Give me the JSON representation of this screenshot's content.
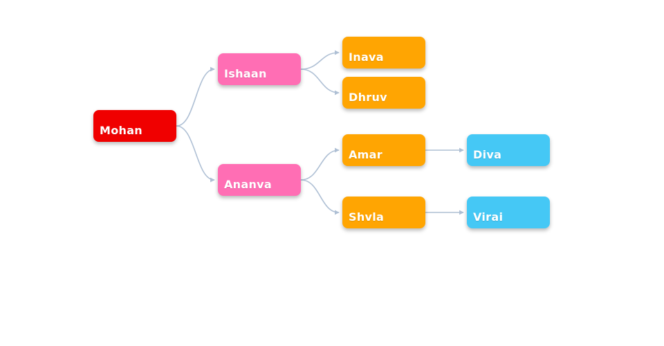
{
  "diagram": {
    "type": "tree",
    "title": "",
    "colors": {
      "root": "#f00000",
      "branch": "#ff6eb4",
      "leaf_orange": "#ffa502",
      "leaf_blue": "#45c8f5",
      "connector": "#aebfd4",
      "background": "#ffffff",
      "label_text": "#ffffff"
    },
    "nodes": [
      {
        "id": "mohan",
        "label": "Mohan",
        "color": "#f00000",
        "level": 0
      },
      {
        "id": "ishaan",
        "label": "Ishaan",
        "color": "#ff6eb4",
        "level": 1
      },
      {
        "id": "ananva",
        "label": "Ananva",
        "color": "#ff6eb4",
        "level": 1
      },
      {
        "id": "inava",
        "label": "Inava",
        "color": "#ffa502",
        "level": 2
      },
      {
        "id": "dhruv",
        "label": "Dhruv",
        "color": "#ffa502",
        "level": 2
      },
      {
        "id": "amar",
        "label": "Amar",
        "color": "#ffa502",
        "level": 2
      },
      {
        "id": "shvla",
        "label": "Shvla",
        "color": "#ffa502",
        "level": 2
      },
      {
        "id": "diva",
        "label": "Diva",
        "color": "#45c8f5",
        "level": 3
      },
      {
        "id": "virai",
        "label": "Virai",
        "color": "#45c8f5",
        "level": 3
      }
    ],
    "edges": [
      {
        "from": "Mohan",
        "to": "Ishaan"
      },
      {
        "from": "Mohan",
        "to": "Ananva"
      },
      {
        "from": "Ishaan",
        "to": "Inava"
      },
      {
        "from": "Ishaan",
        "to": "Dhruv"
      },
      {
        "from": "Ananva",
        "to": "Amar"
      },
      {
        "from": "Ananva",
        "to": "Shvla"
      },
      {
        "from": "Amar",
        "to": "Diva"
      },
      {
        "from": "Shvla",
        "to": "Virai"
      }
    ]
  }
}
